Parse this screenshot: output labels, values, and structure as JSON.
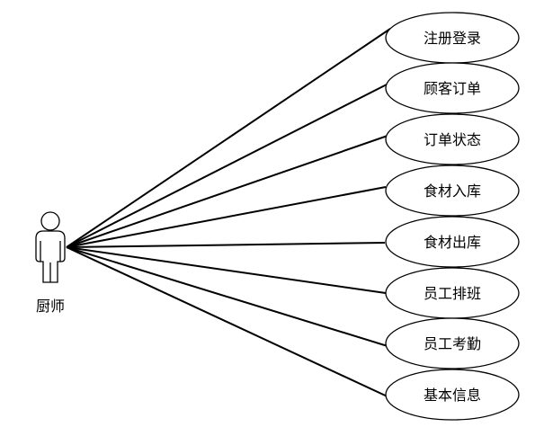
{
  "diagram": {
    "actor": {
      "label": "厨师",
      "icon": "person-icon"
    },
    "use_cases": [
      {
        "label": "注册登录"
      },
      {
        "label": "顾客订单"
      },
      {
        "label": "订单状态"
      },
      {
        "label": "食材入库"
      },
      {
        "label": "食材出库"
      },
      {
        "label": "员工排班"
      },
      {
        "label": "员工考勤"
      },
      {
        "label": "基本信息"
      }
    ],
    "colors": {
      "stroke": "#000000",
      "fill": "#ffffff"
    }
  }
}
